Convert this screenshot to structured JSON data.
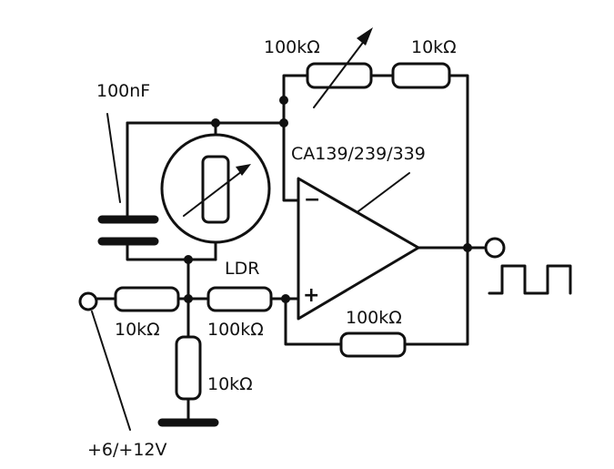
{
  "labels": {
    "capacitor": "100nF",
    "trimmer_resistor": "100kΩ",
    "feedback_resistor": "10kΩ",
    "comparator": "CA139/239/339",
    "ldr": "LDR",
    "input_resistor": "10kΩ",
    "series_resistor": "100kΩ",
    "hysteresis_resistor": "100kΩ",
    "ground_resistor": "10kΩ",
    "supply": "+6/+12V"
  },
  "opamp": {
    "inverting_sign": "−",
    "noninverting_sign": "+"
  },
  "colors": {
    "ink": "#111111",
    "paper": "#ffffff"
  }
}
